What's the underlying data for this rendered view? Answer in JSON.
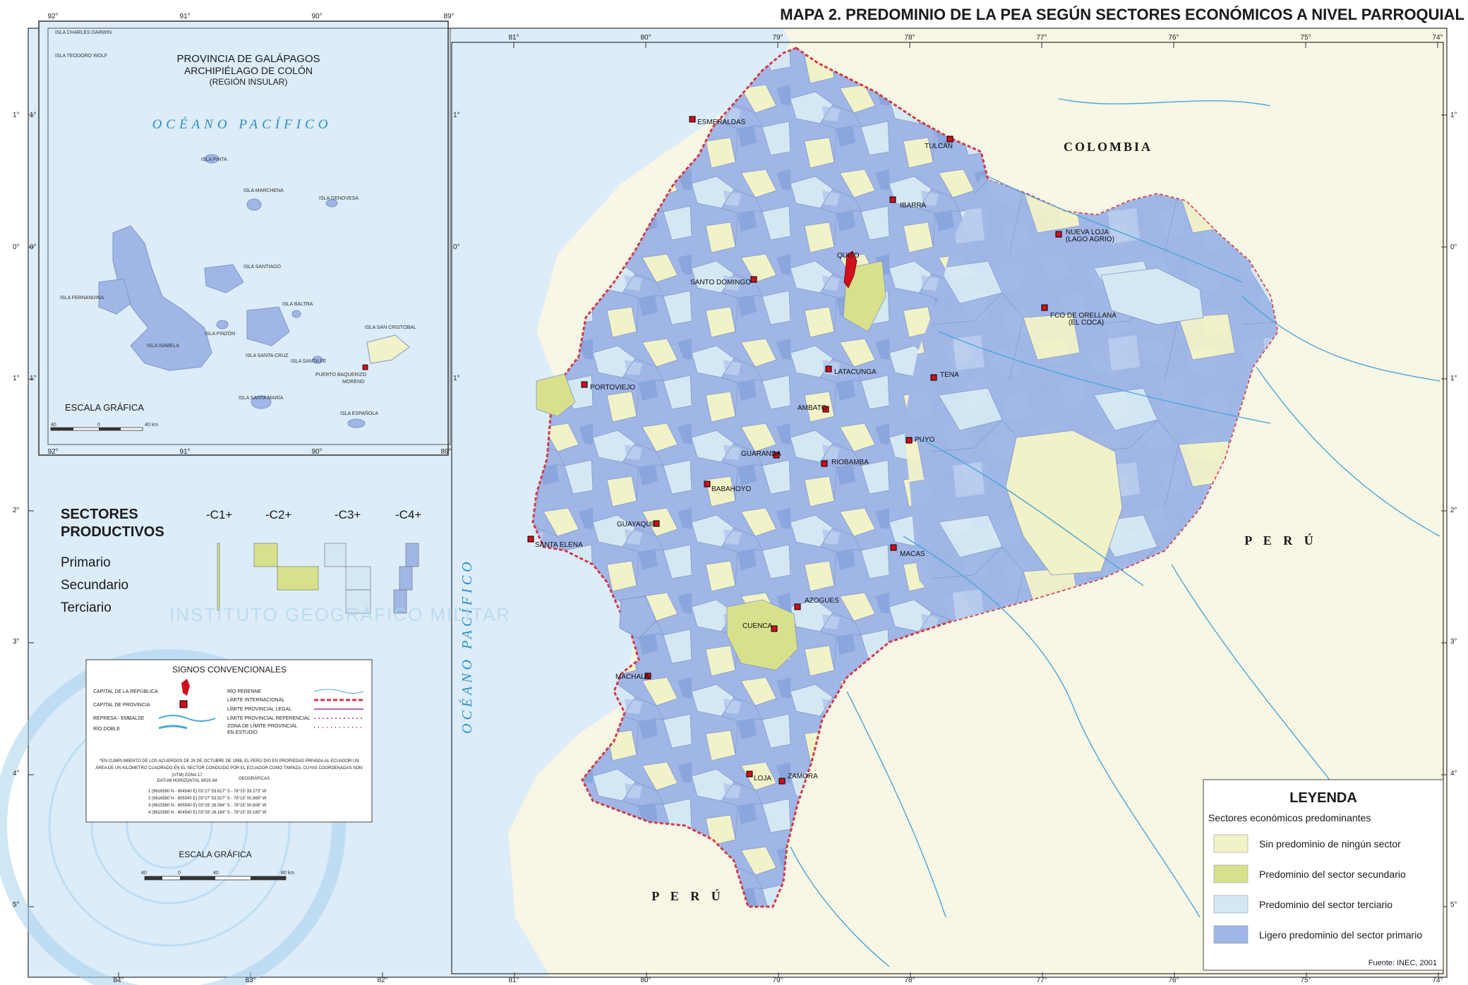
{
  "title": "MAPA 2. PREDOMINIO DE LA PEA SEGÚN SECTORES ECONÓMICOS A NIVEL PARROQUIAL",
  "colors": {
    "sea": "#dcecf8",
    "land_outside": "#f8f6e4",
    "primario": "#9fb6e6",
    "primario_dark": "#8aa6dc",
    "terciario": "#d4e8f4",
    "secundario": "#d8e08c",
    "ninguno": "#f2f2c8",
    "border_red": "#d23a4a",
    "river": "#4aa6d8",
    "capital": "#d0101c",
    "text_dark": "#1a1a1a",
    "sea_text": "#2a8fc9",
    "watermark": "#a8d2ee"
  },
  "top_longitudes": [
    "81°",
    "80°",
    "79°",
    "78°",
    "77°",
    "76°",
    "75°",
    "74°"
  ],
  "bottom_longitudes": [
    "84°",
    "83°",
    "82°",
    "81°",
    "80°",
    "79°",
    "78°",
    "77°",
    "76°",
    "75°",
    "74°"
  ],
  "left_latitudes": [
    "1°",
    "0°",
    "1°",
    "2°",
    "3°",
    "4°",
    "5°"
  ],
  "right_latitudes": [
    "1°",
    "0°",
    "1°",
    "2°",
    "3°",
    "4°",
    "5°"
  ],
  "galapagos": {
    "title": "PROVINCIA DE GALÁPAGOS",
    "subtitle": "ARCHIPIÉLAGO DE COLÓN",
    "subtitle2": "(REGIÓN INSULAR)",
    "ocean": "OCÉANO PACÍFICO",
    "longitudes": [
      "92°",
      "91°",
      "90°",
      "89°"
    ],
    "latitudes": [
      "1°",
      "0°",
      "1°"
    ],
    "scale_label": "ESCALA GRÁFICA",
    "scale_ticks": [
      "40",
      "0",
      "40 km"
    ],
    "islands": {
      "darwin": "ISLA CHARLES DARWIN",
      "wolf": "ISLA TEODORO WOLF",
      "pinta": "ISLA PINTA",
      "marchena": "ISLA MARCHENA",
      "genovesa": "ISLA GENOVESA",
      "santiago": "ISLA SANTIAGO",
      "fernandina": "ISLA FERNANDINA",
      "baltra": "ISLA BALTRA",
      "pinzon": "ISLA PINZÓN",
      "isabela": "ISLA ISABELA",
      "santa_cruz": "ISLA SANTA CRUZ",
      "santa_fe": "ISLA SANTA FÉ",
      "san_cristobal": "ISLA SAN CRISTÓBAL",
      "santa_maria": "ISLA SANTA MARÍA",
      "espanola": "ISLA ESPAÑOLA"
    },
    "capital": "PUERTO BAQUERIZO",
    "capital2": "MORENO"
  },
  "countries": {
    "colombia": "COLOMBIA",
    "peru_east": "P E R Ú",
    "peru_south": "P E R Ú"
  },
  "ocean_main": "OCÉANO PACÍFICO",
  "cities": {
    "esmeraldas": "ESMERALDAS",
    "tulcan": "TULCÁN",
    "ibarra": "IBARRA",
    "nueva_loja": "NUEVA LOJA",
    "nueva_loja2": "(LAGO AGRIO)",
    "quito": "QUITO",
    "santo_domingo": "SANTO DOMINGO",
    "orellana": "FCO DE ORELLANA",
    "orellana2": "(EL COCA)",
    "portoviejo": "PORTOVIEJO",
    "latacunga": "LATACUNGA",
    "tena": "TENA",
    "ambato": "AMBATO",
    "puyo": "PUYO",
    "guaranda": "GUARANDA",
    "riobamba": "RIOBAMBA",
    "babahoyo": "BABAHOYO",
    "guayaquil": "GUAYAQUIL",
    "santa_elena": "SANTA ELENA",
    "macas": "MACAS",
    "azogues": "AZOGUES",
    "cuenca": "CUENCA",
    "machala": "MACHALA",
    "loja": "LOJA",
    "zamora": "ZAMORA"
  },
  "sectores": {
    "title1": "SECTORES",
    "title2": "PRODUCTIVOS",
    "columns": [
      "-C1+",
      "-C2+",
      "-C3+",
      "-C4+"
    ],
    "rows": [
      "Primario",
      "Secundario",
      "Terciario"
    ]
  },
  "signos": {
    "title": "SIGNOS CONVENCIONALES",
    "items_left": [
      "CAPITAL DE LA REPÚBLICA",
      "CAPITAL DE PROVINCIA",
      "REPRESA - EMBALSE",
      "RÍO DOBLE"
    ],
    "items_right": [
      "RÍO PERENNE",
      "LÍMITE INTERNACIONAL",
      "LÍMITE PROVINCIAL LEGAL",
      "LÍMITE PROVINCIAL REFERENCIAL",
      "ZONA DE LÍMITE PROVINCIAL",
      "EN ESTUDIO"
    ],
    "note1": "*EN CUMPLIMIENTO DE LOS ACUERDOS DE 26 DE OCTUBRE DE 1998, EL PERÚ DIO EN PROPIEDAD PRIVADA AL ECUADOR UN",
    "note2": "ÁREA DE UN KILÓMETRO CUADRADO EN EL SECTOR CONOCIDO POR EL ECUADOR COMO TIWINZA, CUYAS COORDENADAS SON:",
    "utm": "(UTM) ZONA 17",
    "datum": "DATUM HORIZONTAL WGS 84",
    "geo": "GEOGRÁFICAS",
    "coords": [
      "1 (9616580 N - 804540 E)   03°27' 53.617\" S - 78°15' 33.273\" W",
      "2 (9616580 N - 805540 E)   03°27' 53.527\" S - 78°15' 00.869\" W",
      "3 (9615580 N - 805540 E)   03°28' 26.094\" S - 78°15' 00.806\" W",
      "4 (9615580 N - 804540 E)   03°28' 26.184\" S - 78°15' 33.180\" W"
    ],
    "scale_label": "ESCALA GRÁFICA",
    "scale_ticks": [
      "40",
      "0",
      "40",
      "80 km"
    ]
  },
  "watermark": "INSTITUTO GEOGRÁFICO MILITAR",
  "leyenda": {
    "title": "LEYENDA",
    "subtitle": "Sectores económicos predominantes",
    "items": [
      "Sin predominio de ningún sector",
      "Predominio del sector secundario",
      "Predominio del sector terciario",
      "Ligero predominio del sector primario"
    ],
    "source": "Fuente: INEC, 2001"
  }
}
